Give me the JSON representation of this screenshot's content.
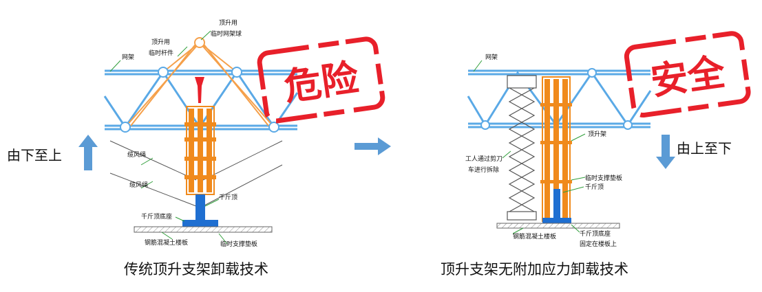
{
  "left": {
    "side_label": "由下至上",
    "caption": "传统顶升支架卸载技术",
    "stamp": "危险",
    "labels": {
      "net_frame": "网架",
      "jack_rod_1": "顶升用",
      "jack_rod_2": "临时杆件",
      "jack_ball_1": "顶升用",
      "jack_ball_2": "临时网架球",
      "rope_1": "缆风绳",
      "rope_2": "缆风绳",
      "jack": "千斤顶",
      "jack_base": "千斤顶底座",
      "slab": "钢筋混凝土楼板",
      "pad": "临时支撑垫板"
    }
  },
  "right": {
    "side_label": "由上至下",
    "caption": "顶升支架无附加应力卸载技术",
    "stamp": "安全",
    "labels": {
      "net_frame": "网架",
      "scissor_1": "工人通过剪刀",
      "scissor_2": "车进行拆除",
      "jack_frame": "顶升架",
      "pad": "临时支撑垫板",
      "jack": "千斤顶",
      "slab": "钢筋混凝土楼板",
      "jack_base": "千斤顶底座",
      "fixed": "固定在楼板上"
    }
  },
  "colors": {
    "truss": "#5aa9e6",
    "frame": "#f08a1c",
    "stamp": "#e8202a",
    "arrow": "#5b9bd5",
    "jack": "#1f6fd1",
    "leader": "#2f9e3a"
  }
}
